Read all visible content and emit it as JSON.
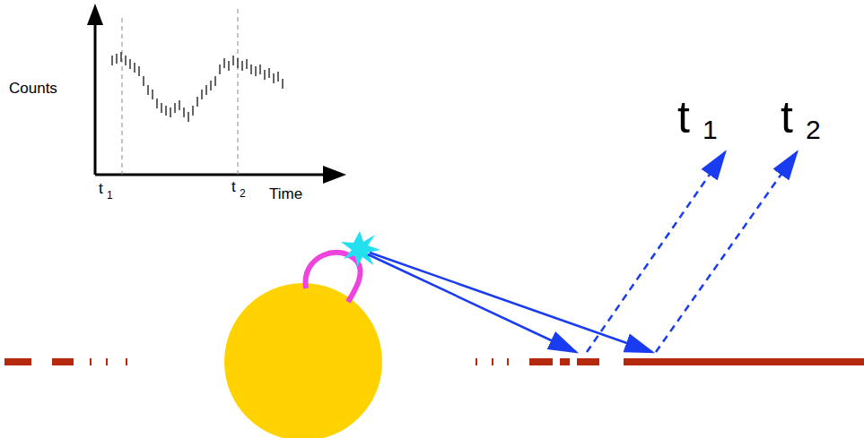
{
  "diagram": {
    "labels": [
      "Counts",
      "Time",
      "t",
      "1",
      "t",
      "2",
      "t",
      "1",
      "t",
      "2"
    ]
  }
}
